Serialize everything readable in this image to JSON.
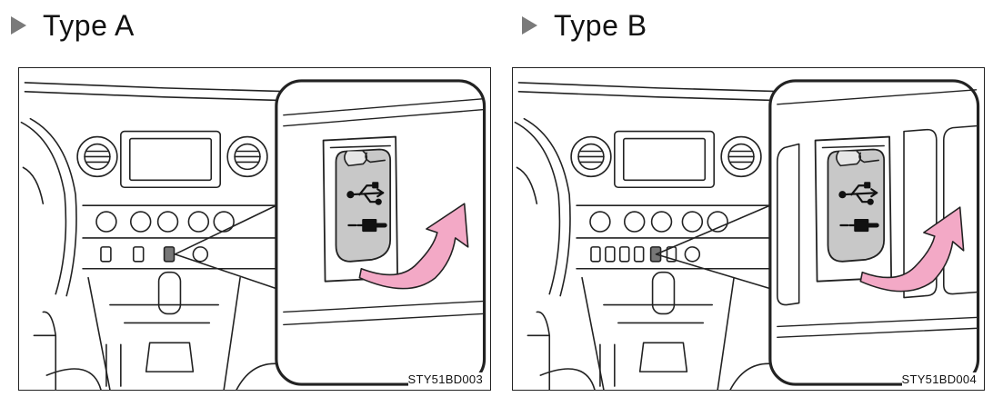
{
  "type_a": {
    "heading": "Type A",
    "code": "STY51BD003"
  },
  "type_b": {
    "heading": "Type B",
    "code": "STY51BD004"
  },
  "colors": {
    "arrow": "#f3a9c6",
    "cover": "#c8c8c8",
    "triangle": "#7a7a7a"
  },
  "icons": [
    "usb-icon",
    "aux-jack-icon",
    "open-arrow-icon"
  ]
}
